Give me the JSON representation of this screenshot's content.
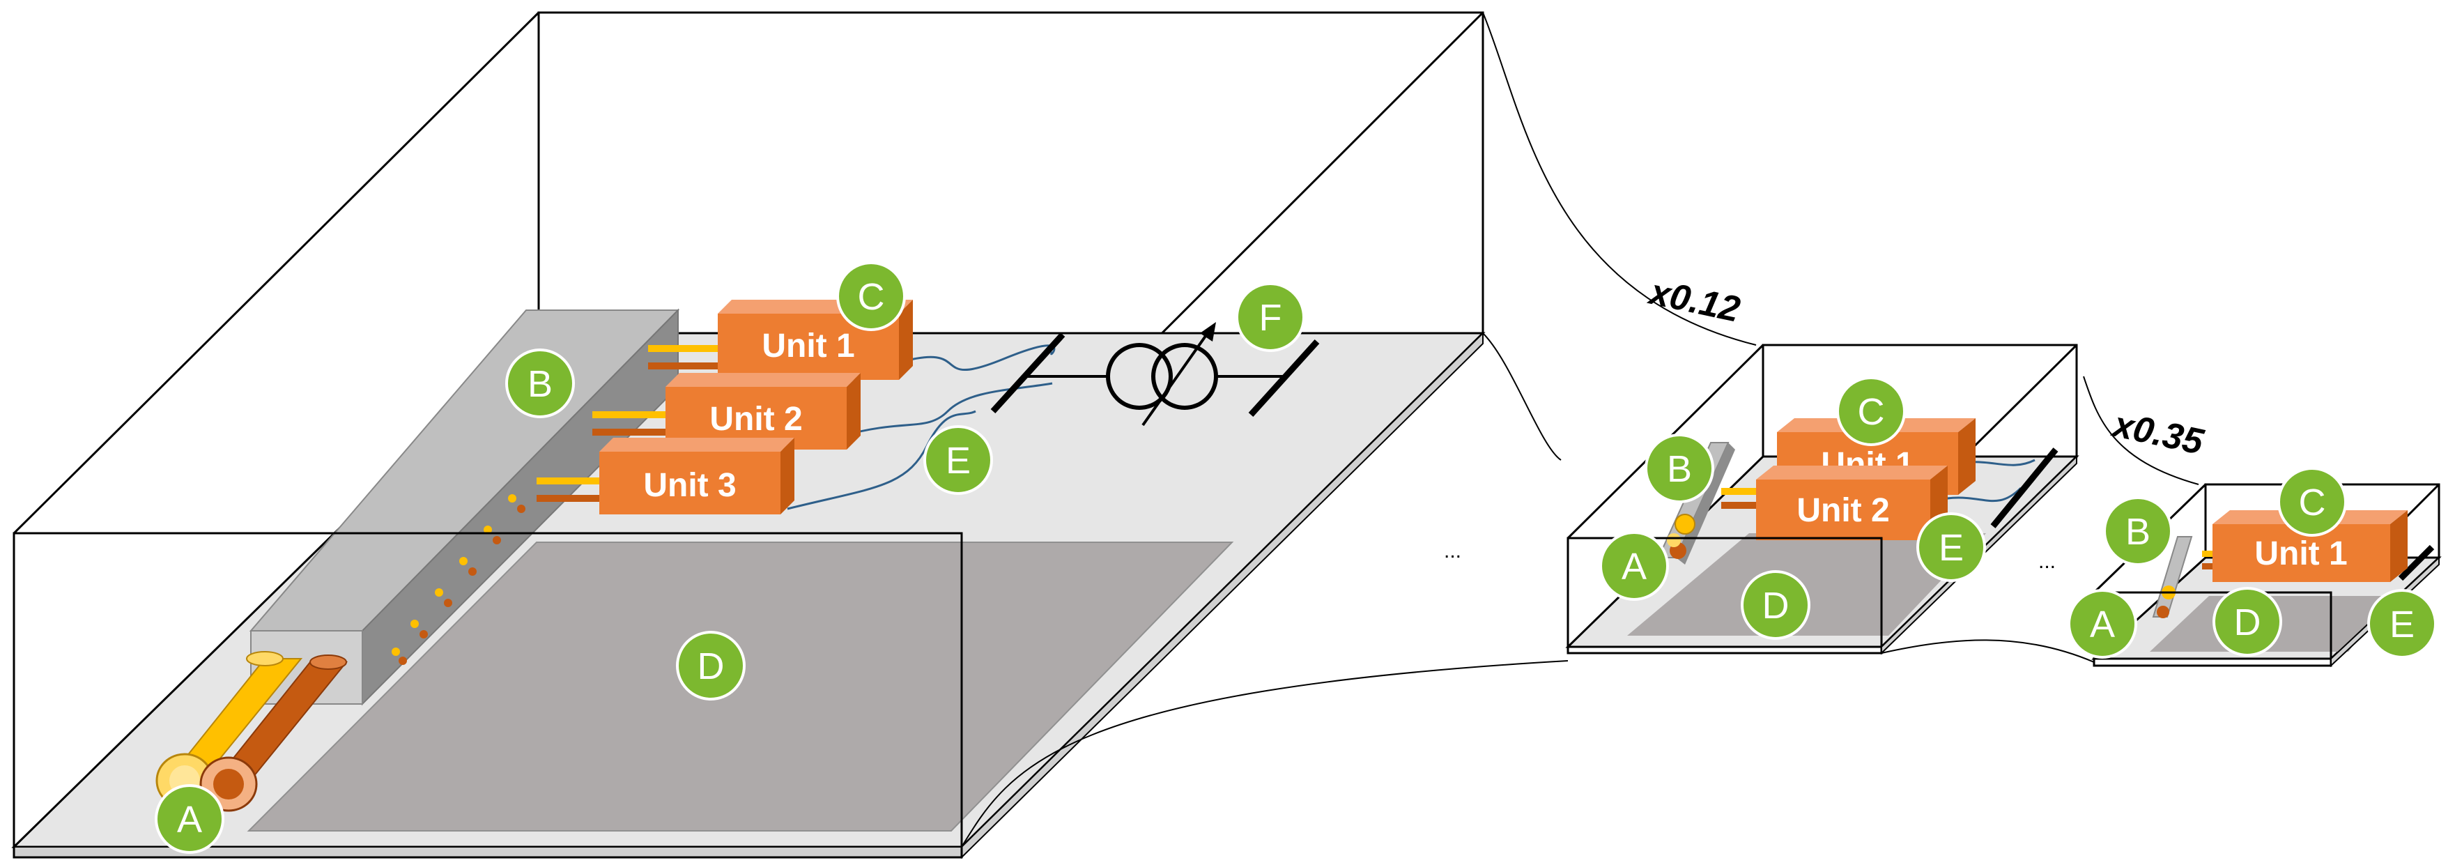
{
  "colors": {
    "floor": "#e6e6e6",
    "dark_floor": "#aeaaaa",
    "unit_front": "#ed7d31",
    "unit_top": "#f4a070",
    "unit_side": "#c55a11",
    "badge": "#7cb82f",
    "cable_yellow": "#ffc000",
    "cable_brown": "#c55a11",
    "wire_blue": "#2e5f8a",
    "busbar_front": "#d0d0d0",
    "busbar_top": "#bfbfbf",
    "busbar_side": "#8c8c8c"
  },
  "main_module": {
    "units": [
      "Unit 1",
      "Unit 2",
      "Unit 3"
    ],
    "badges": {
      "A": "A",
      "B": "B",
      "C": "C",
      "D": "D",
      "E": "E",
      "F": "F"
    }
  },
  "scaled_module_1": {
    "scale_label": "x0.12",
    "units": [
      "Unit 1",
      "Unit 2"
    ],
    "badges": {
      "A": "A",
      "B": "B",
      "C": "C",
      "D": "D",
      "E": "E"
    }
  },
  "scaled_module_2": {
    "scale_label": "x0.35",
    "units": [
      "Unit 1"
    ],
    "badges": {
      "A": "A",
      "B": "B",
      "C": "C",
      "D": "D",
      "E": "E"
    }
  },
  "ellipsis": "..."
}
